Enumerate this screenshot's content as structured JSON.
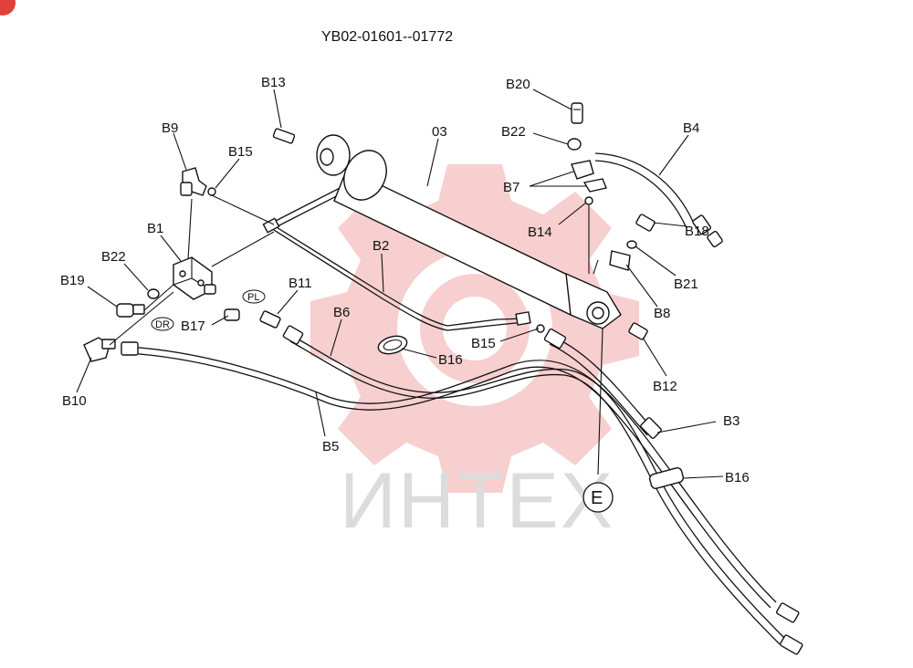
{
  "header": {
    "code": "YB02-01601--01772"
  },
  "corner_badge": {
    "color": "#e0413a"
  },
  "watermark": {
    "text": "ИНТЕХ",
    "gear_color": "#f2b3b3",
    "text_color": "#dcdcdc"
  },
  "callouts": {
    "b13": "B13",
    "b9": "B9",
    "b15a": "B15",
    "b1": "B1",
    "b22a": "B22",
    "b19": "B19",
    "b17": "B17",
    "b10": "B10",
    "b11": "B11",
    "b6": "B6",
    "b5": "B5",
    "b2": "B2",
    "c03": "03",
    "b15b": "B15",
    "b16a": "B16",
    "b20": "B20",
    "b22b": "B22",
    "b4": "B4",
    "b7": "B7",
    "b14": "B14",
    "b18": "B18",
    "b21": "B21",
    "b8": "B8",
    "b12": "B12",
    "b3": "B3",
    "b16b": "B16",
    "e": "E"
  },
  "port_marks": {
    "pl": "PL",
    "dr": "DR"
  }
}
